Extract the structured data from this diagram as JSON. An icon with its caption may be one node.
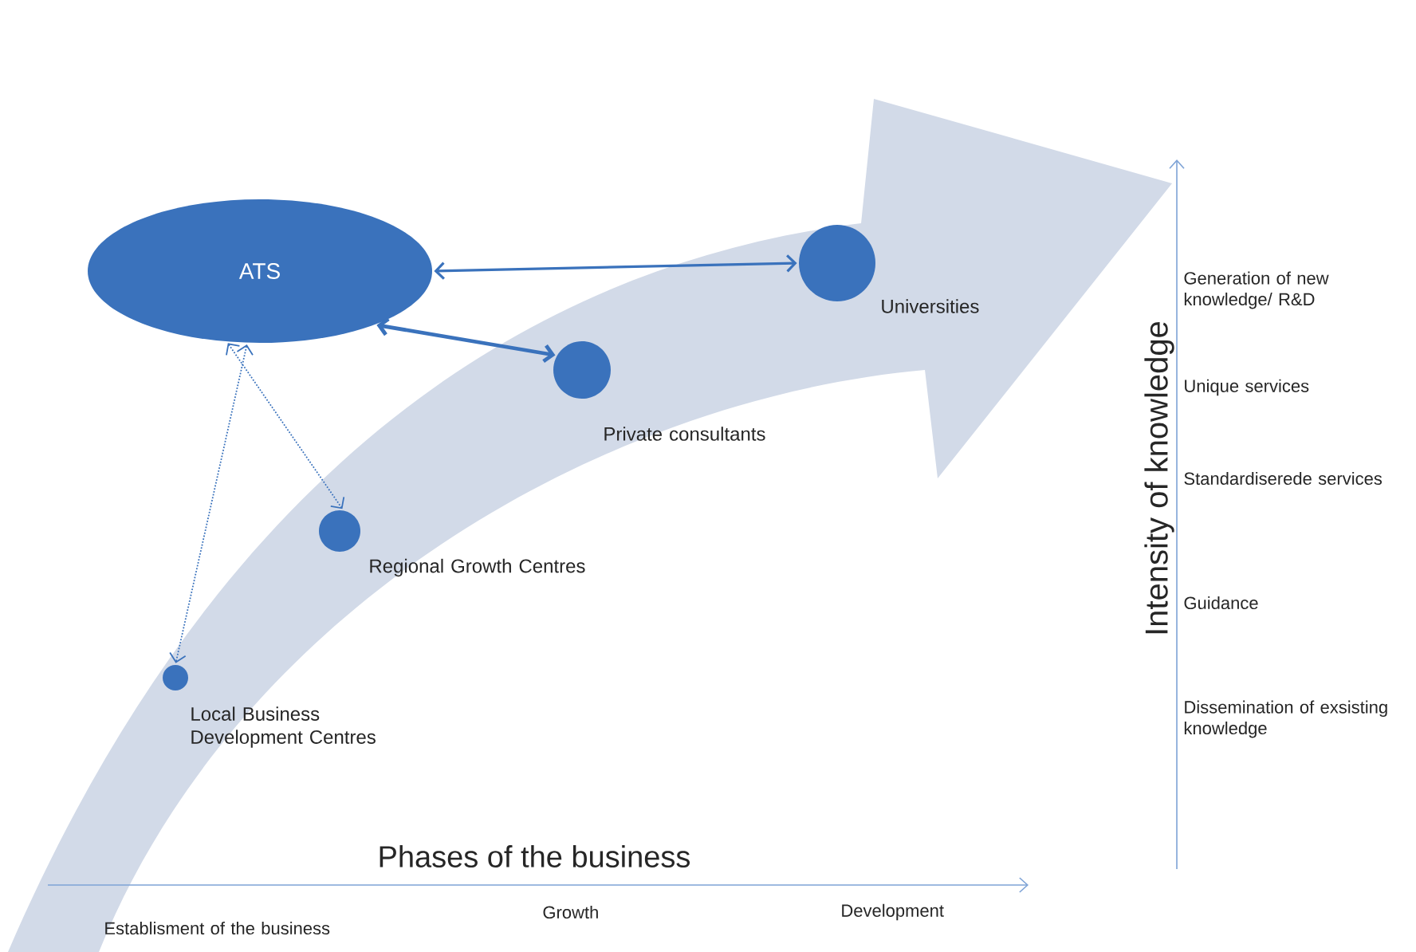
{
  "diagram": {
    "nodes": [
      {
        "text": [
          "ATS"
        ]
      },
      {
        "text": [],
        "shape": "circle",
        "beside": [
          "Universities"
        ]
      },
      {
        "text": [],
        "shape": "circle",
        "beside": [
          "Private consultants"
        ]
      },
      {
        "text": [],
        "shape": "circle",
        "beside": [
          "Regional Growth Centres"
        ]
      },
      {
        "text": [],
        "shape": "circle",
        "beside": [
          "Local Business Development Centres"
        ]
      }
    ],
    "edges": [
      {
        "from": 0,
        "to": 1,
        "arrow": "both"
      },
      {
        "from": 0,
        "to": 2,
        "arrow": "both",
        "style": "thick"
      },
      {
        "from": 0,
        "to": 3,
        "arrow": "both",
        "style": "dashed"
      },
      {
        "from": 0,
        "to": 4,
        "arrow": "both",
        "style": "dashed"
      }
    ],
    "labels": [
      "Generation of new knowledge/ R&D",
      "Unique services",
      "Standardiserede services",
      "Guidance",
      "Dissemination of exsisting knowledge",
      "Intensity of knowledge",
      "Phases of the business",
      "Establisment of the business",
      "Growth",
      "Development"
    ]
  }
}
